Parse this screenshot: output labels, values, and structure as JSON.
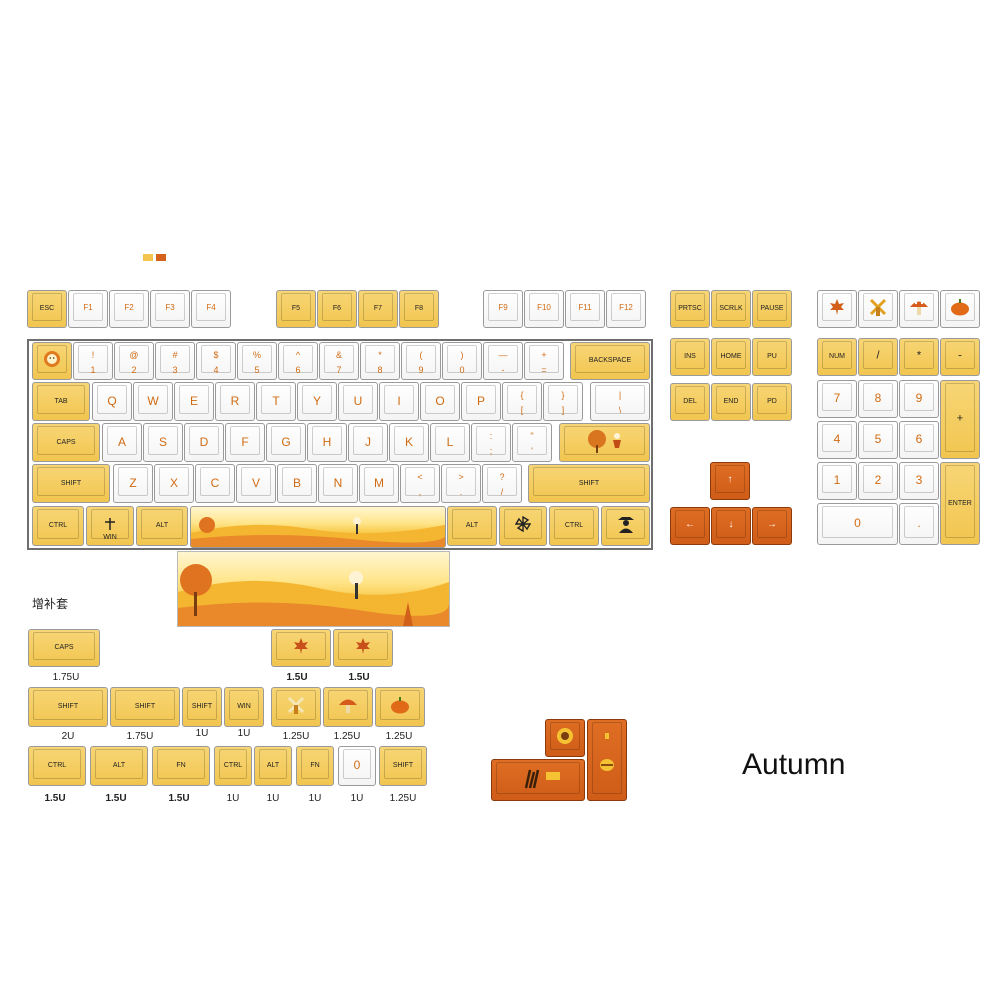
{
  "product": {
    "name": "Autumn"
  },
  "colors": {
    "cream": "#f4c64f",
    "orange": "#d4621b",
    "white": "#ffffff",
    "legend": "#d06b12"
  },
  "swatches": [
    "#f4c64f",
    "#d4621b"
  ],
  "keyboard": {
    "function_row": [
      "ESC",
      "F1",
      "F2",
      "F3",
      "F4",
      "F5",
      "F6",
      "F7",
      "F8",
      "F9",
      "F10",
      "F11",
      "F12"
    ],
    "nav_top": [
      "PRTSC",
      "SCRLK",
      "PAUSE"
    ],
    "nav_mid": [
      "INS",
      "HOME",
      "PU",
      "DEL",
      "END",
      "PD"
    ],
    "arrows": [
      "↑",
      "←",
      "↓",
      "→"
    ],
    "numpad_top_icons": [
      "maple-leaf-icon",
      "windmill-icon",
      "mushroom-icon",
      "pumpkin-icon"
    ],
    "number_row": [
      {
        "top": "!",
        "bottom": "1"
      },
      {
        "top": "@",
        "bottom": "2"
      },
      {
        "top": "#",
        "bottom": "3"
      },
      {
        "top": "$",
        "bottom": "4"
      },
      {
        "top": "%",
        "bottom": "5"
      },
      {
        "top": "^",
        "bottom": "6"
      },
      {
        "top": "&",
        "bottom": "7"
      },
      {
        "top": "*",
        "bottom": "8"
      },
      {
        "top": "(",
        "bottom": "9"
      },
      {
        "top": ")",
        "bottom": "0"
      },
      {
        "top": "—",
        "bottom": "-"
      },
      {
        "top": "+",
        "bottom": "="
      }
    ],
    "backspace": "BACKSPACE",
    "tab": "TAB",
    "q_row": [
      "Q",
      "W",
      "E",
      "R",
      "T",
      "Y",
      "U",
      "I",
      "O",
      "P"
    ],
    "q_row_brackets": [
      {
        "top": "{",
        "bottom": "["
      },
      {
        "top": "}",
        "bottom": "]"
      }
    ],
    "backslash": {
      "top": "|",
      "bottom": "\\"
    },
    "caps": "CAPS",
    "a_row": [
      "A",
      "S",
      "D",
      "F",
      "G",
      "H",
      "J",
      "K",
      "L"
    ],
    "a_row_punct": [
      {
        "top": ":",
        "bottom": ";"
      },
      {
        "top": "\"",
        "bottom": "'"
      }
    ],
    "shift": "SHIFT",
    "z_row": [
      "Z",
      "X",
      "C",
      "V",
      "B",
      "N",
      "M"
    ],
    "z_row_punct": [
      {
        "top": "<",
        "bottom": ","
      },
      {
        "top": ">",
        "bottom": "."
      },
      {
        "top": "?",
        "bottom": "/"
      }
    ],
    "right_shift": "SHIFT",
    "bottom": {
      "ctrl": "CTRL",
      "win": "WIN",
      "alt": "ALT",
      "ralt": "ALT",
      "rctrl": "CTRL"
    },
    "numpad": {
      "num": "NUM",
      "slash": "/",
      "star": "*",
      "minus": "-",
      "plus": "+",
      "enter": "ENTER",
      "digits": [
        "7",
        "8",
        "9",
        "4",
        "5",
        "6",
        "1",
        "2",
        "3"
      ],
      "zero": "0",
      "dot": "."
    }
  },
  "extras": {
    "heading": "增补套",
    "caps": {
      "label": "CAPS",
      "size": "1.75U"
    },
    "leaf_sizes": [
      "1.5U",
      "1.5U"
    ],
    "row2": [
      {
        "label": "SHIFT",
        "size": "2U"
      },
      {
        "label": "SHIFT",
        "size": "1.75U"
      },
      {
        "label": "SHIFT",
        "size": "1U"
      },
      {
        "label": "WIN",
        "size": "1U"
      }
    ],
    "row2_icon_sizes": [
      "1.25U",
      "1.25U",
      "1.25U"
    ],
    "row3": [
      {
        "label": "CTRL",
        "size": "1.5U"
      },
      {
        "label": "ALT",
        "size": "1.5U"
      },
      {
        "label": "FN",
        "size": "1.5U"
      },
      {
        "label": "CTRL",
        "size": "1U"
      },
      {
        "label": "ALT",
        "size": "1U"
      },
      {
        "label": "FN",
        "size": "1U"
      },
      {
        "label": "0",
        "size": "1U"
      },
      {
        "label": "SHIFT",
        "size": "1.25U"
      }
    ]
  }
}
